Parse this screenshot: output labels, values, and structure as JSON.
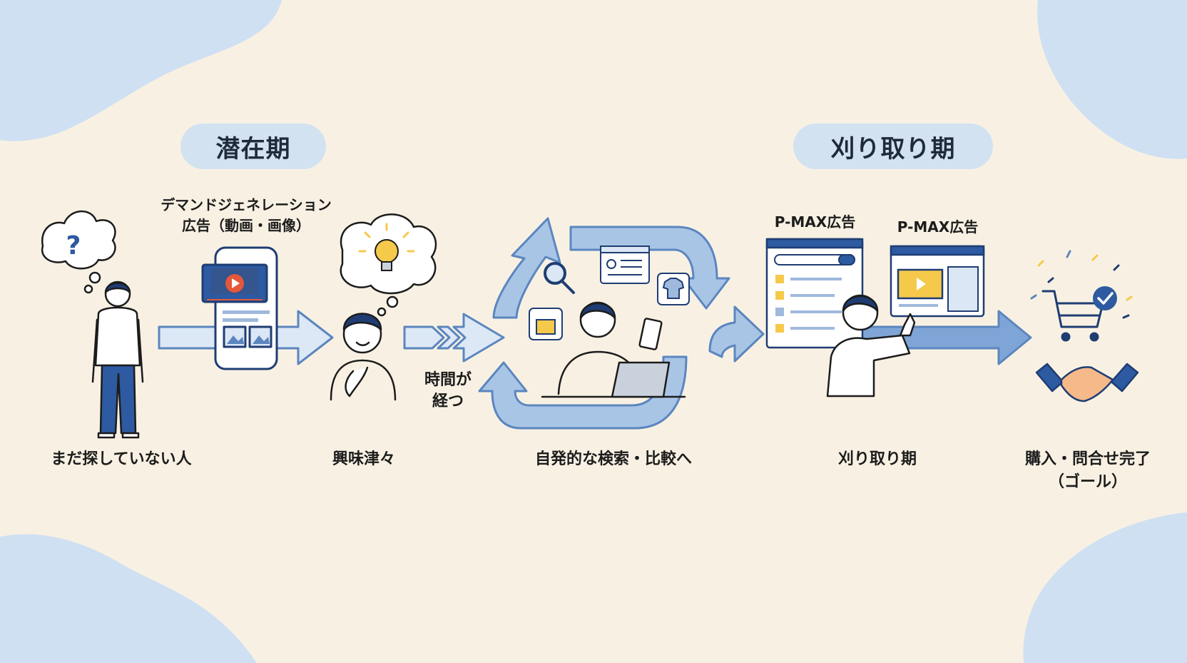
{
  "phases": {
    "latent": "潜在期",
    "harvest": "刈り取り期"
  },
  "ad_labels": {
    "demand_gen_line1": "デマンドジェネレーション",
    "demand_gen_line2": "広告（動画・画像）",
    "pmax_1": "P-MAX広告",
    "pmax_2": "P-MAX広告"
  },
  "time_passes": {
    "line1": "時間が",
    "line2": "経つ"
  },
  "stages": {
    "not_searching": "まだ探していない人",
    "interested": "興味津々",
    "search_compare": "自発的な検索・比較へ",
    "harvest": "刈り取り期",
    "goal_line1": "購入・問合せ完了",
    "goal_line2": "（ゴール）"
  },
  "colors": {
    "background": "#f8f1e3",
    "blob": "#cfe0f2",
    "arrow_fill": "#dce8f6",
    "arrow_stroke": "#5b86bf",
    "navy": "#1f3d73",
    "accent_yellow": "#f5c94a",
    "accent_red": "#e4573b"
  },
  "icons": [
    "question-icon",
    "lightbulb-icon",
    "play-icon",
    "search-icon",
    "tshirt-icon",
    "shopping-cart-icon",
    "checkmark-icon",
    "handshake-icon"
  ]
}
